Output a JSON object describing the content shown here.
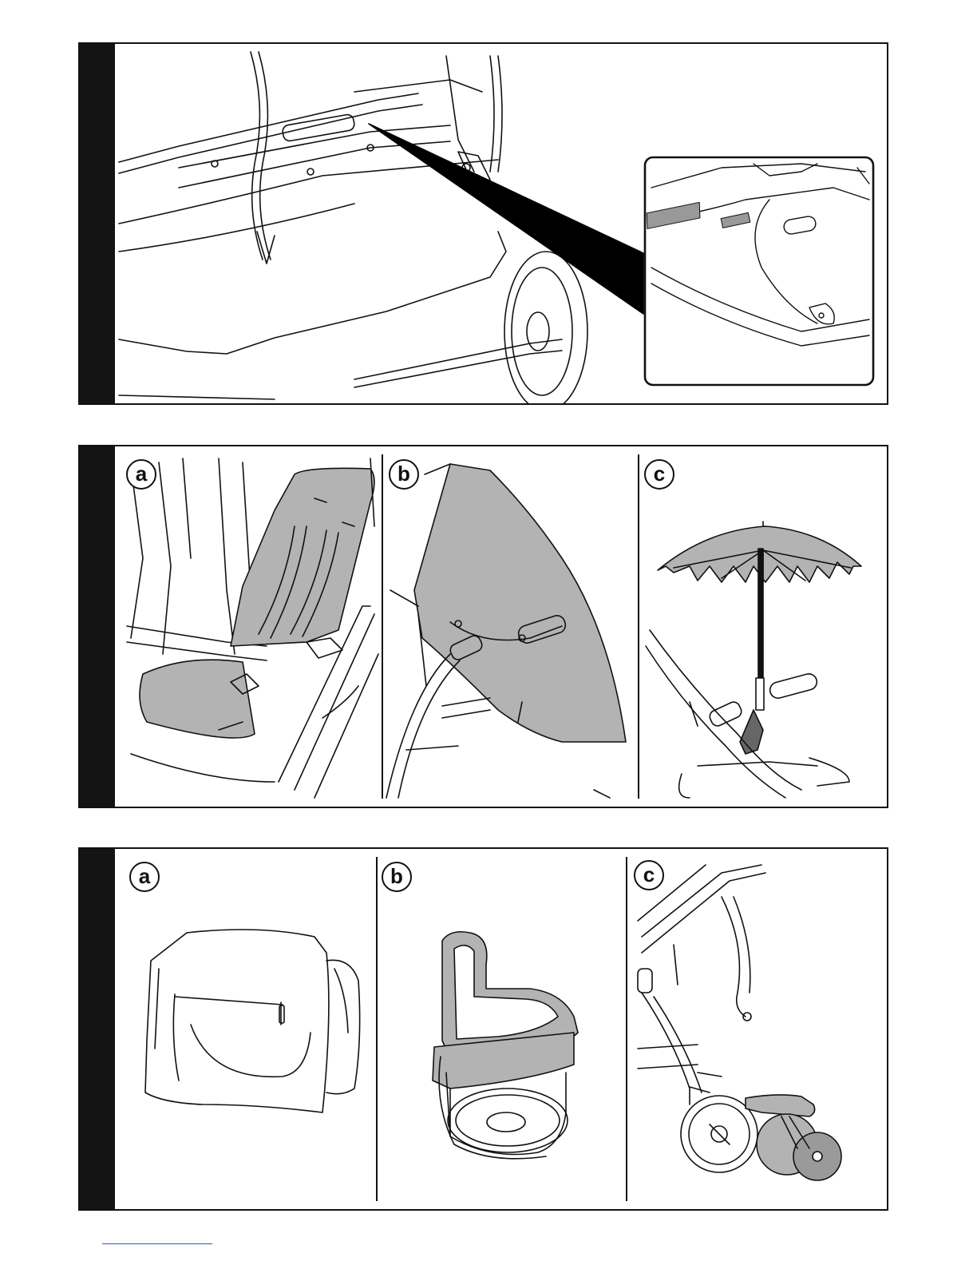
{
  "panels": [
    {
      "id": "panel-1",
      "illustration": "stroller-underside-label-detail",
      "subfigures": []
    },
    {
      "id": "panel-2",
      "illustration": "stroller-accessories-set-1",
      "subfigures": [
        {
          "label": "a",
          "depicts": "seat-liner"
        },
        {
          "label": "b",
          "depicts": "sun-shade"
        },
        {
          "label": "c",
          "depicts": "parasol"
        }
      ]
    },
    {
      "id": "panel-3",
      "illustration": "stroller-accessories-set-2",
      "subfigures": [
        {
          "label": "a",
          "depicts": "bag"
        },
        {
          "label": "b",
          "depicts": "cup-holder"
        },
        {
          "label": "c",
          "depicts": "ride-on-board"
        }
      ]
    }
  ],
  "colors": {
    "ink": "#111111",
    "tab": "#141414",
    "shade": "#b3b3b3",
    "footer_link_line": "#3355cc"
  }
}
